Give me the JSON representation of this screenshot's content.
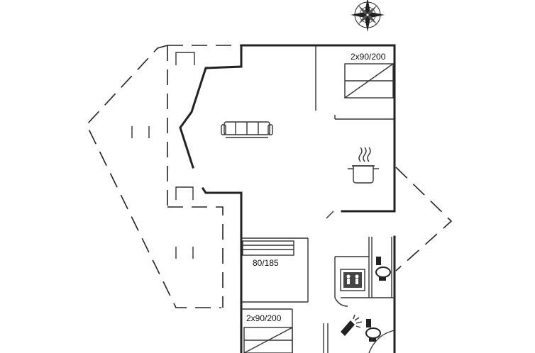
{
  "labels": {
    "bedroom_1": "2x90/200",
    "bedroom_2": "80/185",
    "bedroom_3": "2x90/200"
  },
  "icons": [
    "compass-rose-icon",
    "sofa-icon",
    "cooking-pot-icon",
    "bathroom-fixtures-icon",
    "toilet-icon",
    "shower-icon"
  ],
  "colors": {
    "line": "#222222",
    "background": "#ffffff"
  }
}
